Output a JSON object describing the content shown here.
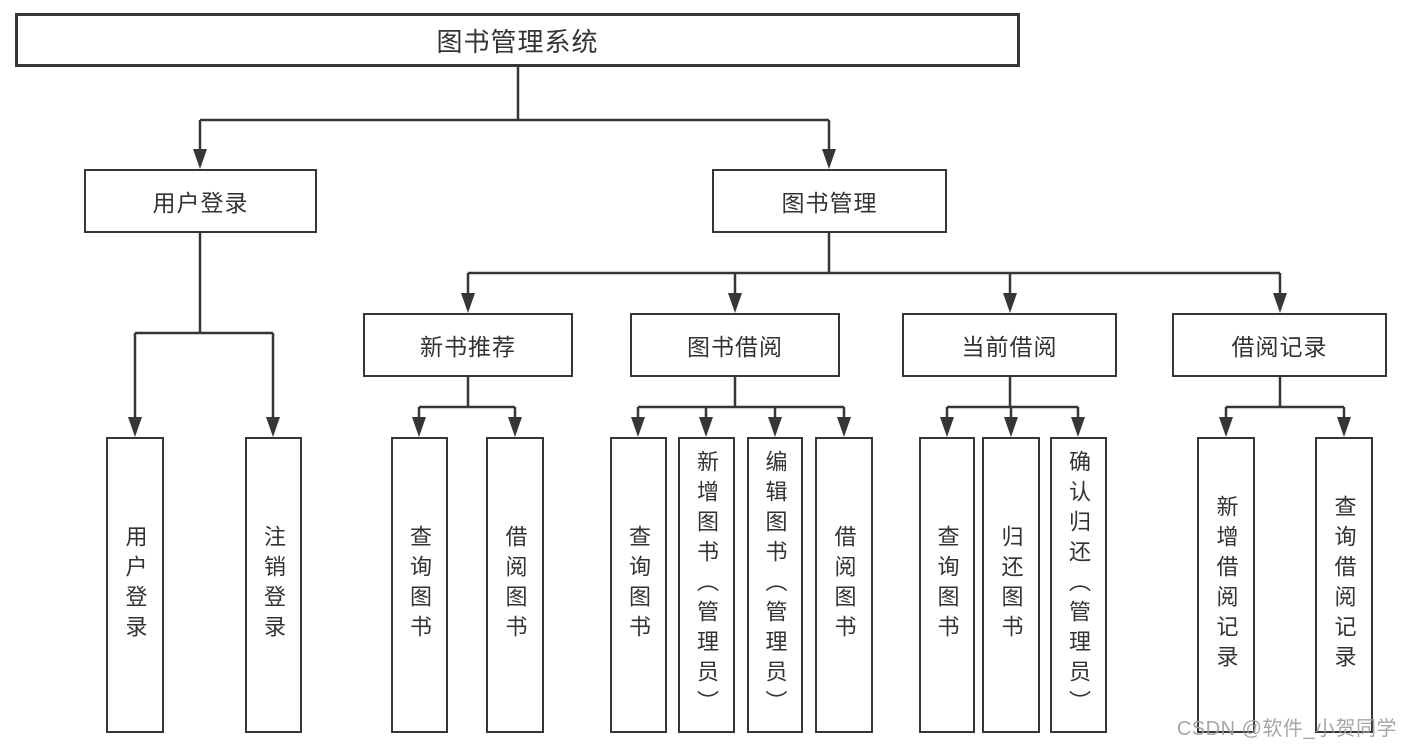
{
  "tree": {
    "label": "图书管理系统",
    "children": [
      {
        "label": "用户登录",
        "children": [
          {
            "label": "用户登录"
          },
          {
            "label": "注销登录"
          }
        ]
      },
      {
        "label": "图书管理",
        "children": [
          {
            "label": "新书推荐",
            "children": [
              {
                "label": "查询图书"
              },
              {
                "label": "借阅图书"
              }
            ]
          },
          {
            "label": "图书借阅",
            "children": [
              {
                "label": "查询图书"
              },
              {
                "label": "新增图书（管理员）"
              },
              {
                "label": "编辑图书（管理员）"
              },
              {
                "label": "借阅图书"
              }
            ]
          },
          {
            "label": "当前借阅",
            "children": [
              {
                "label": "查询图书"
              },
              {
                "label": "归还图书"
              },
              {
                "label": "确认归还（管理员）"
              }
            ]
          },
          {
            "label": "借阅记录",
            "children": [
              {
                "label": "新增借阅记录"
              },
              {
                "label": "查询借阅记录"
              }
            ]
          }
        ]
      }
    ]
  },
  "watermark": "CSDN @软件_小贺同学",
  "colors": {
    "line": "#363636",
    "text": "#333333",
    "background": "#ffffff",
    "watermark": "#9d9d9d"
  }
}
